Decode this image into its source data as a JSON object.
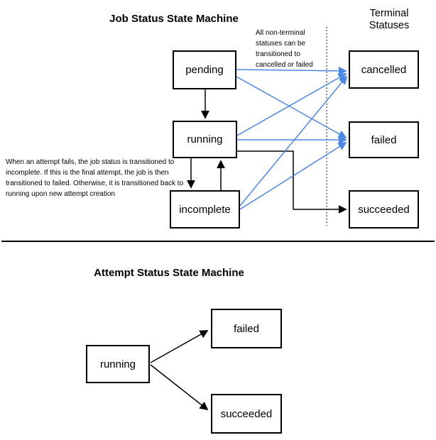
{
  "page": {
    "background": "#ffffff"
  },
  "colors": {
    "transition_blue": "#4a86e8",
    "line_black": "#000000",
    "box_border": "#000000"
  },
  "job_machine": {
    "title": "Job Status State Machine",
    "terminal_heading": "Terminal Statuses",
    "terminal_note": "All non-terminal statuses can be transitioned to cancelled or failed",
    "incomplete_note": "When an attempt fails, the job status is transitioned to incomplete. If this is the final attempt, the job is then transitioned to failed. Otherwise, it is transitioned back to running upon new attempt creation",
    "states": {
      "pending": "pending",
      "running": "running",
      "incomplete": "incomplete",
      "cancelled": "cancelled",
      "failed": "failed",
      "succeeded": "succeeded"
    },
    "transitions": [
      {
        "from": "pending",
        "to": "running",
        "color": "black"
      },
      {
        "from": "running",
        "to": "incomplete",
        "color": "black"
      },
      {
        "from": "incomplete",
        "to": "running",
        "color": "black"
      },
      {
        "from": "running",
        "to": "succeeded",
        "color": "black"
      },
      {
        "from": "pending",
        "to": "cancelled",
        "color": "blue"
      },
      {
        "from": "pending",
        "to": "failed",
        "color": "blue"
      },
      {
        "from": "running",
        "to": "cancelled",
        "color": "blue"
      },
      {
        "from": "running",
        "to": "failed",
        "color": "blue"
      },
      {
        "from": "incomplete",
        "to": "cancelled",
        "color": "blue"
      },
      {
        "from": "incomplete",
        "to": "failed",
        "color": "blue"
      }
    ]
  },
  "attempt_machine": {
    "title": "Attempt Status State Machine",
    "states": {
      "running": "running",
      "failed": "failed",
      "succeeded": "succeeded"
    },
    "transitions": [
      {
        "from": "running",
        "to": "failed",
        "color": "black"
      },
      {
        "from": "running",
        "to": "succeeded",
        "color": "black"
      }
    ]
  }
}
